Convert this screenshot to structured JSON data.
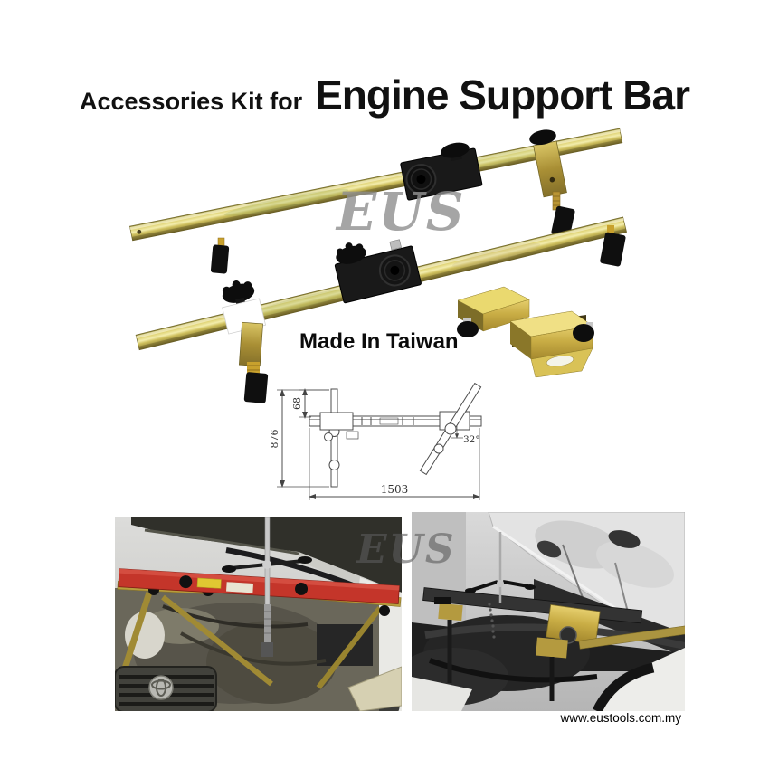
{
  "title": {
    "prefix": "Accessories Kit for",
    "main": "Engine Support Bar"
  },
  "watermarks": {
    "upper": "EUS",
    "lower": "EUS"
  },
  "product": {
    "origin_label": "Made In Taiwan"
  },
  "diagram": {
    "bar_height_mm": "68",
    "crossbar_length_mm": "876",
    "swivel_angle": "32°",
    "overall_length_mm": "1503"
  },
  "footer": {
    "website": "www.eustools.com.my"
  },
  "colors": {
    "bar_gold": "#c9b450",
    "knob_black": "#111111",
    "red_support_bar": "#c4352a",
    "watermark_gray": "#8f8f8f",
    "watermark_dark": "#5c5c5c"
  }
}
